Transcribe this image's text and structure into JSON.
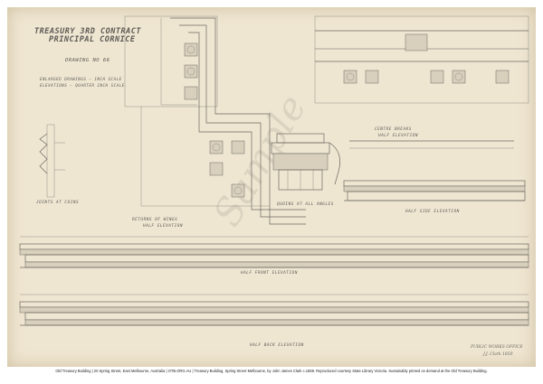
{
  "drawing": {
    "title_line1": "TREASURY  3RD CONTRACT",
    "title_line2": "PRINCIPAL CORNICE",
    "drawing_no": "DRAWING NO 66",
    "scale_note1": "ENLARGED DRAWINGS — INCH SCALE",
    "scale_note2": "ELEVATIONS — QUARTER INCH SCALE"
  },
  "labels": {
    "joints": "JOINTS AT COINS",
    "returns": "RETURNS OF WINGS",
    "returns_sub": "HALF ELEVATION",
    "quoins": "QUOINS AT ALL ANGLES",
    "centre_sub": "CENTRE BREAKS",
    "centre_sub2": "HALF ELEVATION",
    "half_side": "HALF SIDE ELEVATION",
    "half_front": "HALF FRONT ELEVATION",
    "half_back": "HALF BACK ELEVATION"
  },
  "signature": {
    "line1": "PUBLIC WORKS OFFICE",
    "line2": "J.J. Clark  1859"
  },
  "watermark": "Sample",
  "caption": "Old Treasury Building | 20 Spring Street, East Melbourne, Australia | OTB.ORG.AU | Treasury Building, Spring Street Melbourne, by John James Clark c.1859. Reproduced courtesy State Library Victoria. Sustainably printed on demand at the Old Treasury Building."
}
